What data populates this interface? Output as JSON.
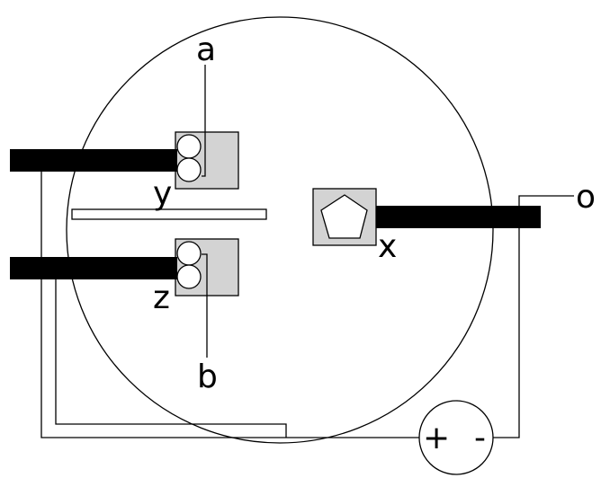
{
  "labels": {
    "a": "a",
    "b": "b",
    "y": "y",
    "z": "z",
    "x": "x",
    "o": "o"
  },
  "battery": {
    "plus": "+",
    "minus": "-"
  }
}
